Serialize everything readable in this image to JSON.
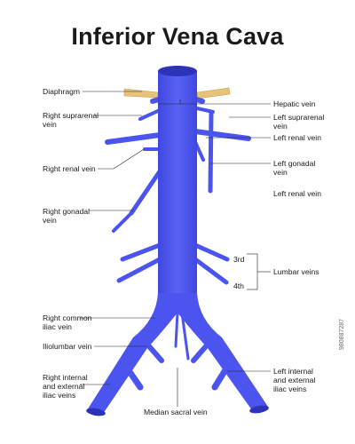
{
  "title": "Inferior Vena Cava",
  "colors": {
    "vein": "#4b54ee",
    "vein_dark": "#2c33b8",
    "diaphragm": "#e8c27a",
    "line": "#222222"
  },
  "labels": {
    "diaphragm": "Diaphragm",
    "right_suprarenal": "Right suprarenal\nvein",
    "right_renal": "Right renal vein",
    "right_gonadal": "Right gonadal\nvein",
    "right_common_iliac": "Right common\niliac vein",
    "iliolumbar": "Iliolumbar vein",
    "right_int_ext_iliac": "Right internal\nand external\niliac veins",
    "median_sacral": "Median sacral vein",
    "hepatic": "Hepatic vein",
    "left_suprarenal": "Left suprarenal\nvein",
    "left_renal_1": "Left renal vein",
    "left_gonadal": "Left gonadal\nvein",
    "left_renal_2": "Left renal vein",
    "third": "3rd",
    "fourth": "4th",
    "lumbar": "Lumbar veins",
    "left_int_ext_iliac": "Left internal\nand external\niliac veins"
  },
  "watermark": "980887287"
}
